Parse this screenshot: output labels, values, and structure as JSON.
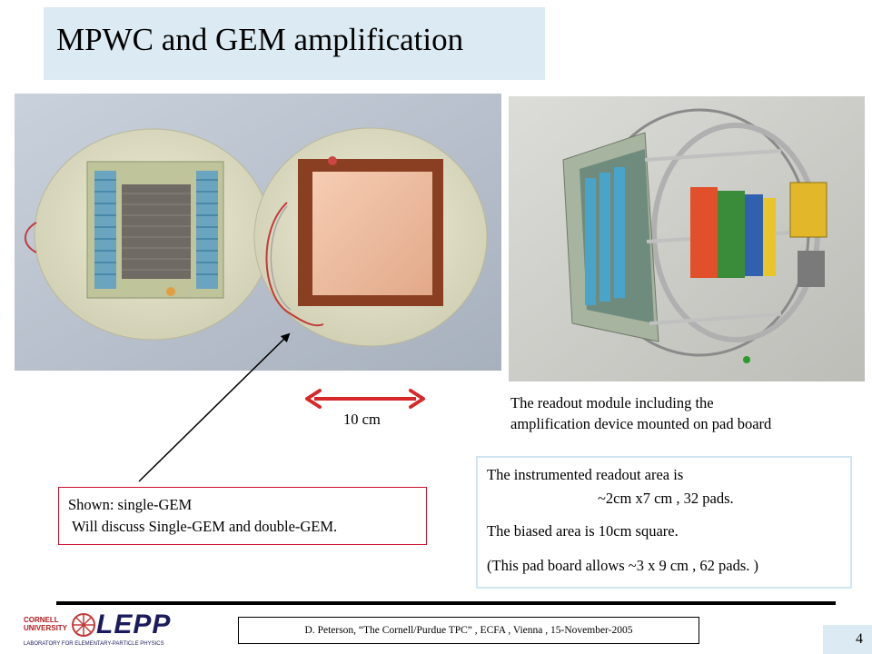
{
  "slide": {
    "title": "MPWC and GEM amplification",
    "caption_right": {
      "line1": "The readout module including the",
      "line2": "amplification device mounted on pad board"
    },
    "dimension_label": "10 cm",
    "shown_box": {
      "line1": "Shown: single-GEM",
      "line2": "Will discuss Single-GEM and double-GEM."
    },
    "info_box": {
      "line1": "The instrumented readout area is",
      "line2": "~2cm x7 cm , 32 pads.",
      "line3": "The biased area is 10cm square.",
      "line4": "(This pad board allows ~3 x 9 cm , 62 pads. )"
    },
    "footer": "D. Peterson,  “The Cornell/Purdue TPC” ,  ECFA , Vienna , 15-November-2005",
    "page_number": "4",
    "logo": {
      "cornell": "CORNELL",
      "university": "UNIVERSITY",
      "lepp": "LEPP",
      "subtitle": "LABORATORY FOR ELEMENTARY-PARTICLE PHYSICS"
    }
  },
  "colors": {
    "title_bg": "#dcebf3",
    "arrow_red": "#d62828",
    "box_border_red": "#c8102e",
    "info_border": "#cfe6f2"
  }
}
